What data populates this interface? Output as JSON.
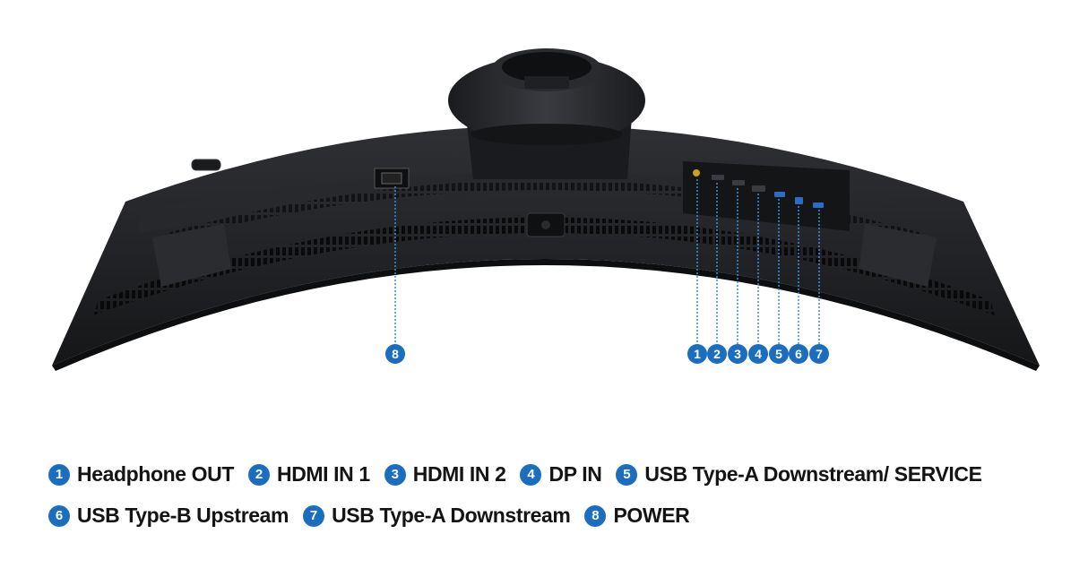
{
  "colors": {
    "accent": "#1b6ebd",
    "monitor_body": "#1d1e21",
    "monitor_dark": "#111214",
    "text": "#141414"
  },
  "callouts": [
    {
      "num": "1"
    },
    {
      "num": "2"
    },
    {
      "num": "3"
    },
    {
      "num": "4"
    },
    {
      "num": "5"
    },
    {
      "num": "6"
    },
    {
      "num": "7"
    },
    {
      "num": "8"
    }
  ],
  "legend": [
    {
      "num": "1",
      "label": "Headphone OUT"
    },
    {
      "num": "2",
      "label": "HDMI IN 1"
    },
    {
      "num": "3",
      "label": "HDMI IN 2"
    },
    {
      "num": "4",
      "label": "DP IN"
    },
    {
      "num": "5",
      "label": "USB Type-A Downstream/ SERVICE"
    },
    {
      "num": "6",
      "label": "USB Type-B Upstream"
    },
    {
      "num": "7",
      "label": "USB Type-A Downstream"
    },
    {
      "num": "8",
      "label": "POWER"
    }
  ]
}
